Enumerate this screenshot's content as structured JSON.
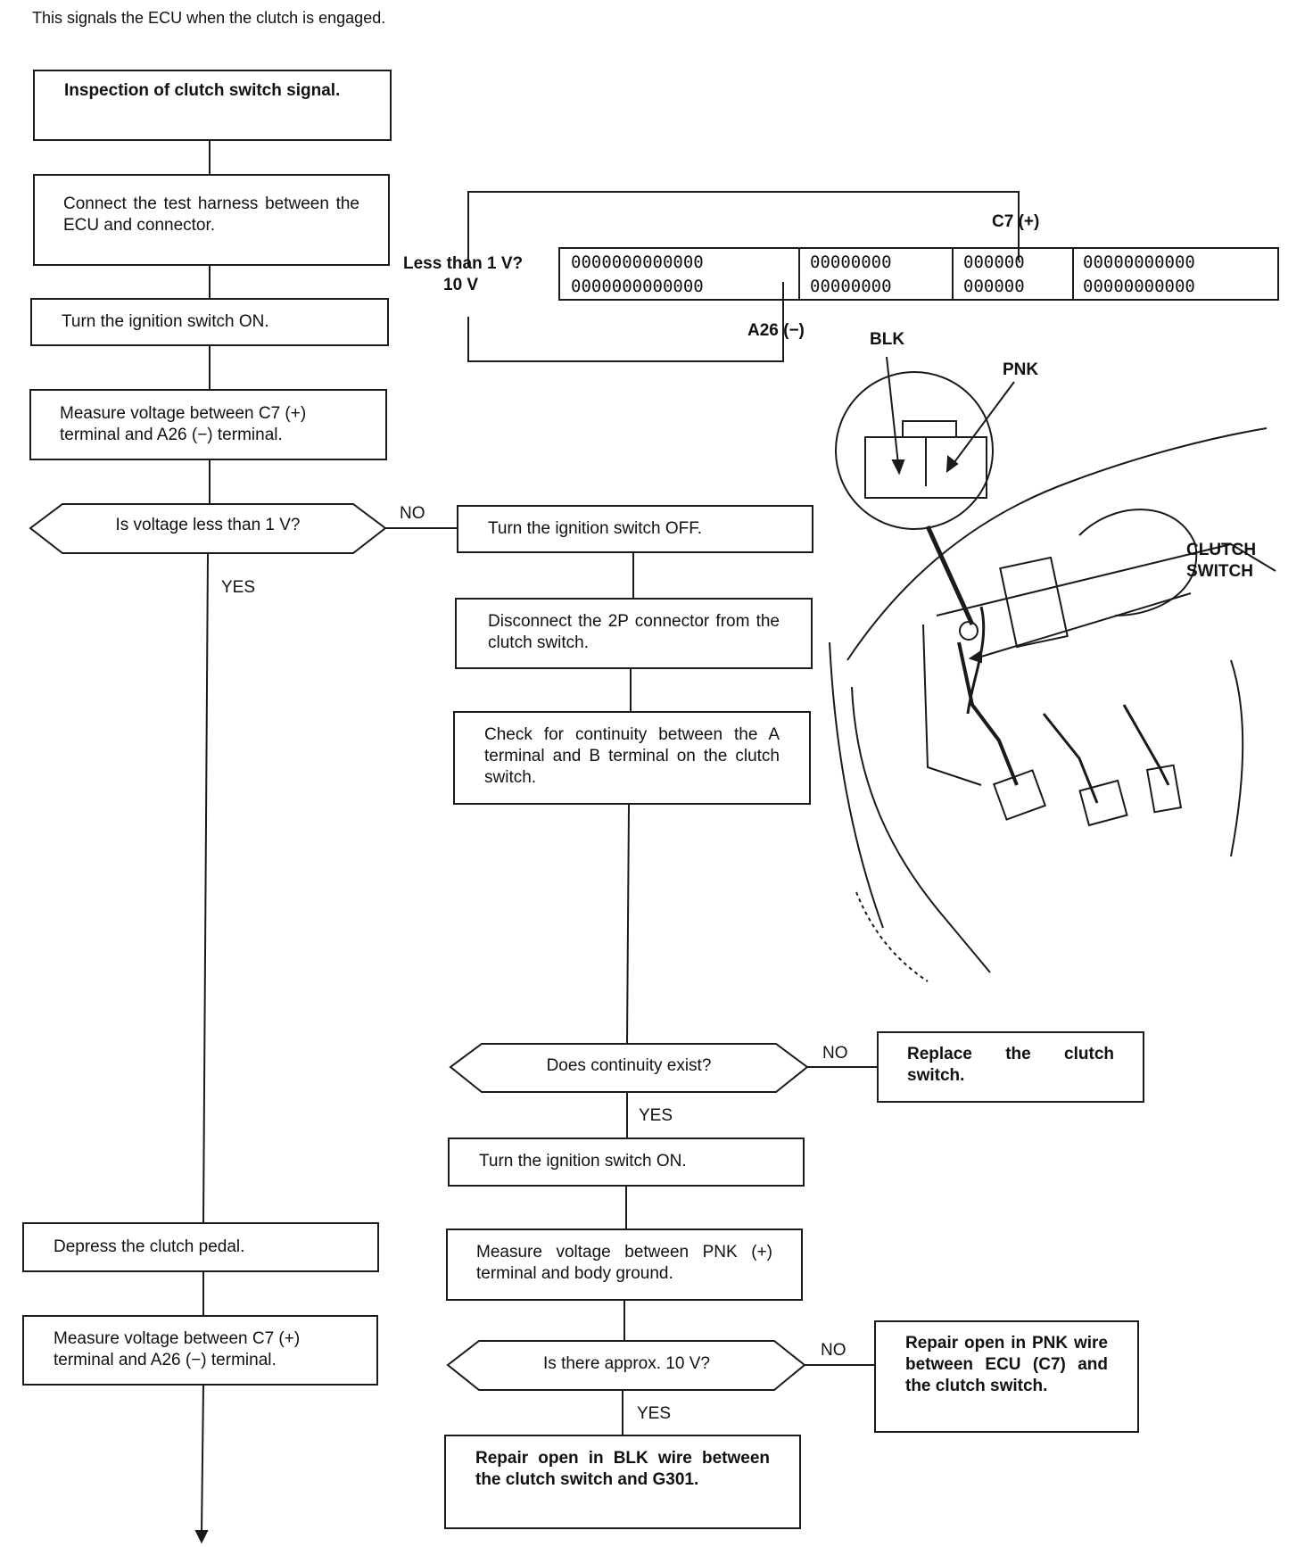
{
  "intro": "This signals the ECU when the clutch is engaged.",
  "left_column": {
    "step1": "Inspection of clutch switch signal.",
    "step2": "Connect the test harness between the ECU and connector.",
    "step3": "Turn the ignition switch ON.",
    "step4": "Measure voltage between C7 (+) terminal and A26 (−) terminal.",
    "decision1": "Is voltage less than 1 V?",
    "decision1_no": "NO",
    "decision1_yes": "YES",
    "step5": "Depress the clutch pedal.",
    "step6": "Measure voltage between C7 (+) terminal and A26 (−) terminal."
  },
  "right_column": {
    "step1": "Turn the ignition switch OFF.",
    "step2": "Disconnect the 2P connector from the clutch switch.",
    "step3": "Check for continuity between the A terminal and B terminal on the clutch switch.",
    "decision1": "Does continuity exist?",
    "decision1_no": "NO",
    "decision1_no_box": "Replace the clutch switch.",
    "decision1_yes": "YES",
    "step4": "Turn the ignition switch ON.",
    "step5": "Measure voltage between PNK (+) terminal and body ground.",
    "decision2": "Is there approx. 10 V?",
    "decision2_no": "NO",
    "decision2_no_box": "Repair open in PNK wire between ECU (C7) and the clutch switch.",
    "decision2_yes": "YES",
    "step6": "Repair open in BLK wire between the clutch switch and G301."
  },
  "connector_diagram": {
    "voltage_label_1": "Less than 1 V?",
    "voltage_label_2": "10 V",
    "plus_terminal": "C7 (+)",
    "minus_terminal": "A26 (−)",
    "row_a_section1": "0000000000000",
    "row_a_section2": "00000000",
    "row_a_section3": "000000",
    "row_a_section4": "00000000000",
    "row_b_section1": "0000000000000",
    "row_b_section2": "00000000",
    "row_b_section3": "000000",
    "row_b_section4": "00000000000"
  },
  "illustration": {
    "wire_blk": "BLK",
    "wire_pnk": "PNK",
    "clutch_switch_line1": "CLUTCH",
    "clutch_switch_line2": "SWITCH"
  }
}
